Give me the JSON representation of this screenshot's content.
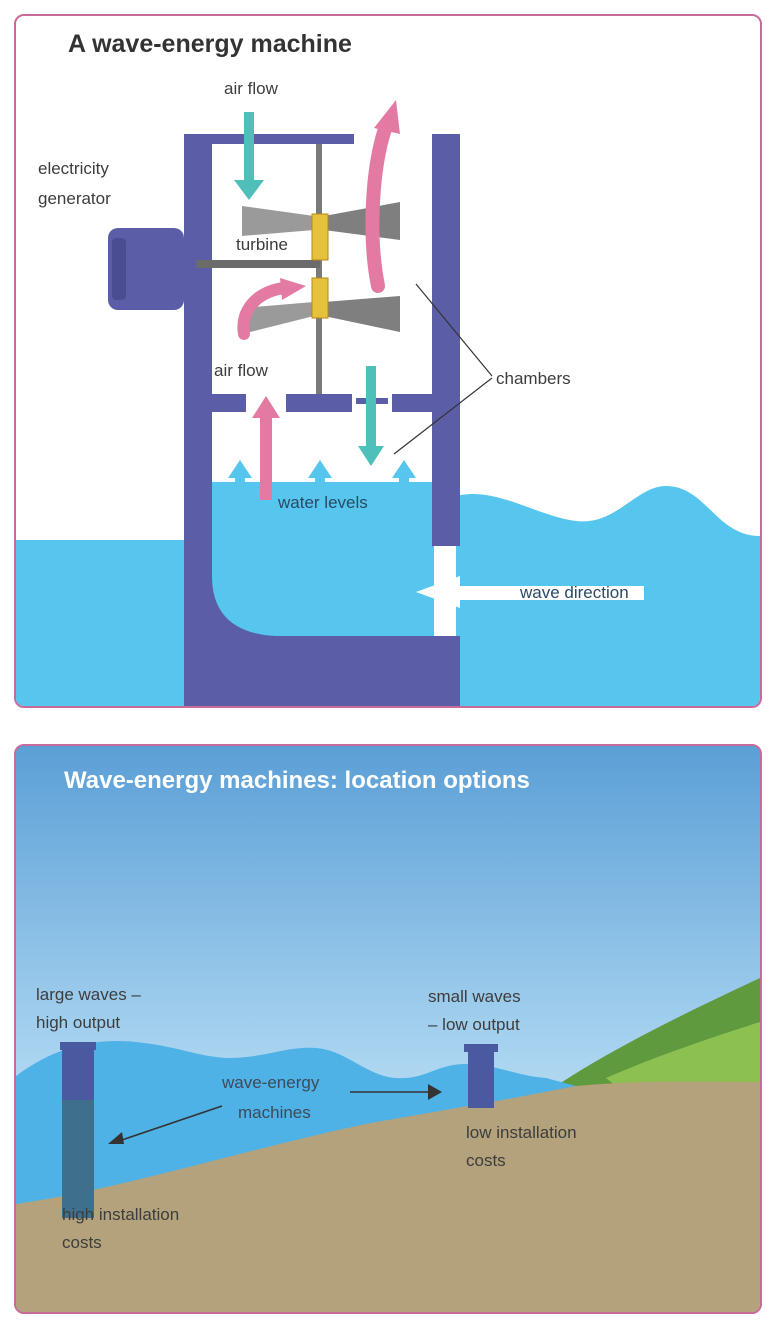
{
  "panel1": {
    "title": "A wave-energy machine",
    "labels": {
      "air_flow_top": "air flow",
      "electricity_generator_line1": "electricity",
      "electricity_generator_line2": "generator",
      "turbine": "turbine",
      "air_flow_bottom": "air flow",
      "chambers": "chambers",
      "water_levels": "water levels",
      "wave_direction": "wave direction"
    },
    "colors": {
      "structure": "#5b5ea6",
      "water": "#56c6ee",
      "air_in_arrow": "#4fbfb9",
      "air_out_arrow": "#e27aa4",
      "turbine_hub": "#e6c23c",
      "turbine_blade": "#9a9a9a"
    }
  },
  "panel2": {
    "title": "Wave-energy machines: location options",
    "labels": {
      "large_waves_line1": "large waves –",
      "large_waves_line2": "high output",
      "small_waves_line1": "small waves",
      "small_waves_line2": "– low output",
      "machines_line1": "wave-energy",
      "machines_line2": "machines",
      "low_cost_line1": "low installation",
      "low_cost_line2": "costs",
      "high_cost_line1": "high installation",
      "high_cost_line2": "costs"
    },
    "colors": {
      "sky_top": "#5b9fd6",
      "sky_bottom": "#d8ecf8",
      "sea": "#4fb2e6",
      "seabed": "#b3a27c",
      "hill": "#6fa84a",
      "machine": "#4a5aa0"
    }
  }
}
